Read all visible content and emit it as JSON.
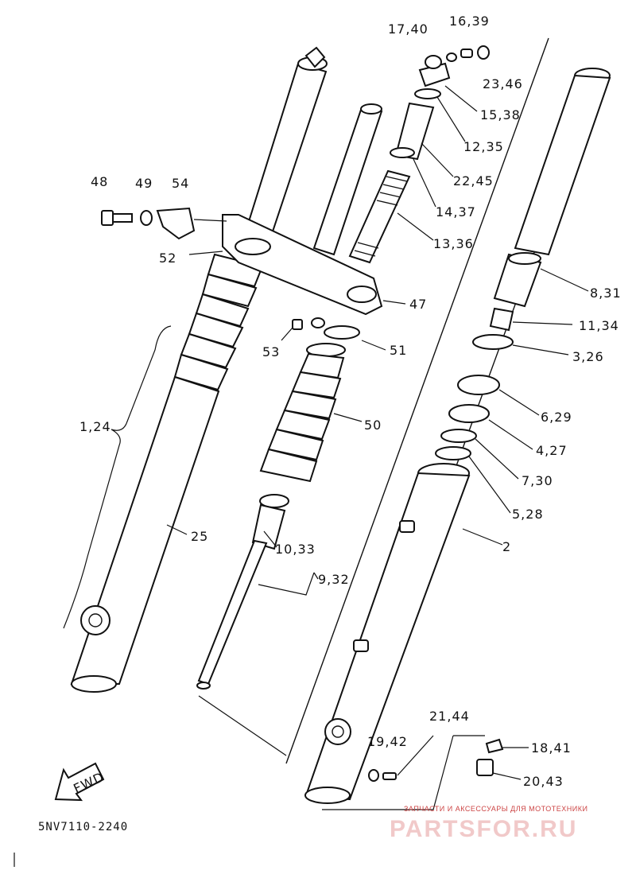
{
  "diagram_code": "5NV7110-2240",
  "fwd_label": "FWD",
  "watermark": {
    "tagline": "ЗАПЧАСТИ И АКСЕССУАРЫ ДЛЯ МОТОТЕХНИКИ",
    "site": "PARTSFOR.RU"
  },
  "callouts": {
    "c17_40": "17,40",
    "c16_39": "16,39",
    "c23_46": "23,46",
    "c15_38": "15,38",
    "c12_35": "12,35",
    "c22_45": "22,45",
    "c14_37": "14,37",
    "c13_36": "13,36",
    "c48": "48",
    "c49": "49",
    "c54": "54",
    "c52": "52",
    "c47": "47",
    "c53": "53",
    "c51": "51",
    "c50": "50",
    "c8_31": "8,31",
    "c11_34": "11,34",
    "c3_26": "3,26",
    "c6_29": "6,29",
    "c4_27": "4,27",
    "c7_30": "7,30",
    "c5_28": "5,28",
    "c2": "2",
    "c1_24": "1,24",
    "c25": "25",
    "c10_33": "10,33",
    "c9_32": "9,32",
    "c21_44": "21,44",
    "c19_42": "19,42",
    "c18_41": "18,41",
    "c20_43": "20,43"
  }
}
